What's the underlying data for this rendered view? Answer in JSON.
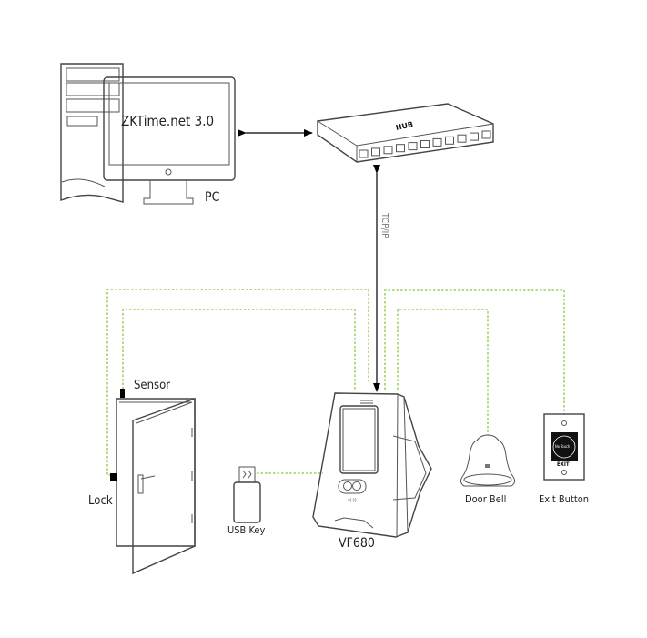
{
  "diagram": {
    "nodes": {
      "pc": {
        "label": "PC",
        "screen_text": "ZKTime.net 3.0"
      },
      "hub": {
        "label": "HUB"
      },
      "device": {
        "label": "VF680"
      },
      "sensor": {
        "label": "Sensor"
      },
      "lock": {
        "label": "Lock"
      },
      "usb": {
        "label": "USB Key"
      },
      "doorbell": {
        "label": "Door Bell"
      },
      "exit": {
        "label": "Exit Button",
        "panel_text": "EXIT",
        "button_text": "No Touch"
      }
    },
    "connections": [
      {
        "from": "pc",
        "to": "hub",
        "type": "bidirectional-arrow"
      },
      {
        "from": "hub",
        "to": "device",
        "type": "arrow",
        "label": "TCP/IP"
      },
      {
        "from": "device",
        "to": "sensor",
        "type": "wire"
      },
      {
        "from": "device",
        "to": "lock",
        "type": "wire"
      },
      {
        "from": "device",
        "to": "usb",
        "type": "wire"
      },
      {
        "from": "device",
        "to": "doorbell",
        "type": "wire"
      },
      {
        "from": "device",
        "to": "exit",
        "type": "wire"
      }
    ],
    "colors": {
      "wire": "#8cc63f",
      "line": "#000000"
    }
  }
}
